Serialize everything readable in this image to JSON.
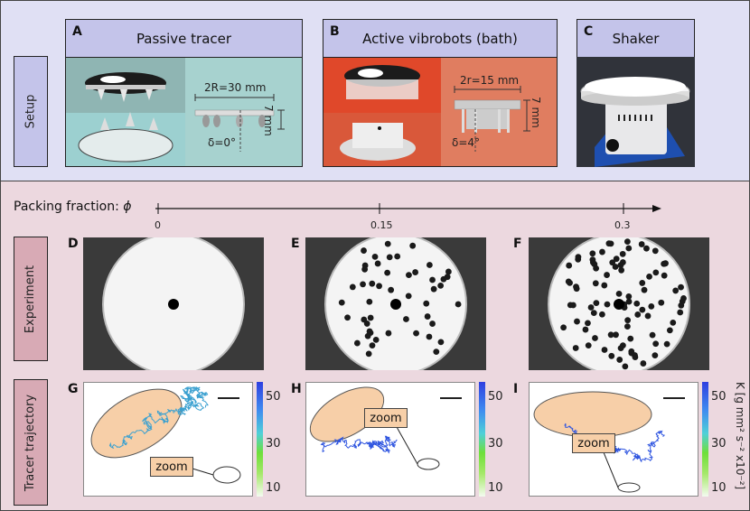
{
  "setup": {
    "row_label": "Setup",
    "panel_a": {
      "letter": "A",
      "title": "Passive tracer",
      "diameter": "2R=30 mm",
      "height": "7 mm",
      "angle": "δ=0°"
    },
    "panel_b": {
      "letter": "B",
      "title": "Active vibrobots (bath)",
      "diameter": "2r=15 mm",
      "height": "7 mm",
      "angle": "δ=4°"
    },
    "panel_c": {
      "letter": "C",
      "title": "Shaker"
    }
  },
  "axis": {
    "label": "Packing fraction: ",
    "symbol": "ϕ",
    "ticks": [
      "0",
      "0.15",
      "0.3"
    ]
  },
  "experiment": {
    "row_label": "Experiment",
    "letters": [
      "D",
      "E",
      "F"
    ]
  },
  "trajectory": {
    "row_label": "Tracer trajectory",
    "letters": [
      "G",
      "H",
      "I"
    ],
    "zoom_label": "zoom",
    "colorbar": {
      "ticks": [
        "50",
        "30",
        "10"
      ],
      "label": "K [g mm² s⁻² x10⁻²]"
    }
  },
  "colors": {
    "setup_bg": "#e0e0f4",
    "header": "#c4c4ea",
    "passive": "#a7d2cf",
    "active": "#e07d60",
    "bottom_bg": "#ecd8df",
    "exp_label": "#d8aab5"
  }
}
